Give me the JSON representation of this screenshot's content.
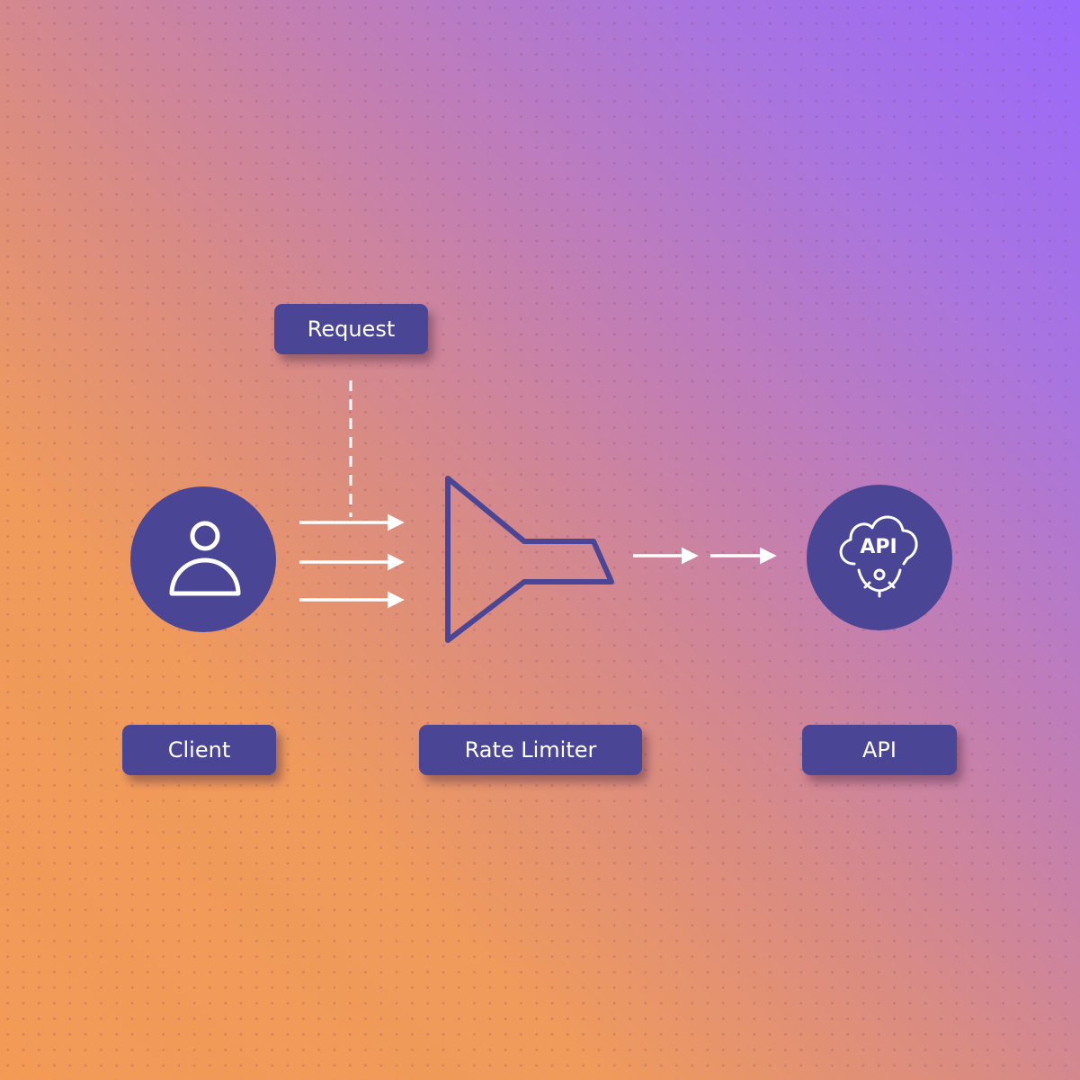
{
  "colors": {
    "node_fill": "#4b4596",
    "funnel_stroke": "#4b4596",
    "arrow": "#ffffff",
    "label_text": "#ffffff"
  },
  "labels": {
    "request": "Request",
    "client": "Client",
    "rate_limiter": "Rate Limiter",
    "api": "API"
  },
  "nodes": {
    "client": {
      "icon": "user-icon"
    },
    "rate_limiter": {
      "icon": "funnel-icon"
    },
    "api": {
      "icon": "api-cloud-gear-icon",
      "icon_text": "API"
    }
  },
  "edges": [
    {
      "from": "client",
      "to": "rate_limiter",
      "count": 3
    },
    {
      "from": "request",
      "to": "rate_limiter",
      "style": "dashed"
    },
    {
      "from": "rate_limiter",
      "to": "api",
      "count": 2
    }
  ]
}
